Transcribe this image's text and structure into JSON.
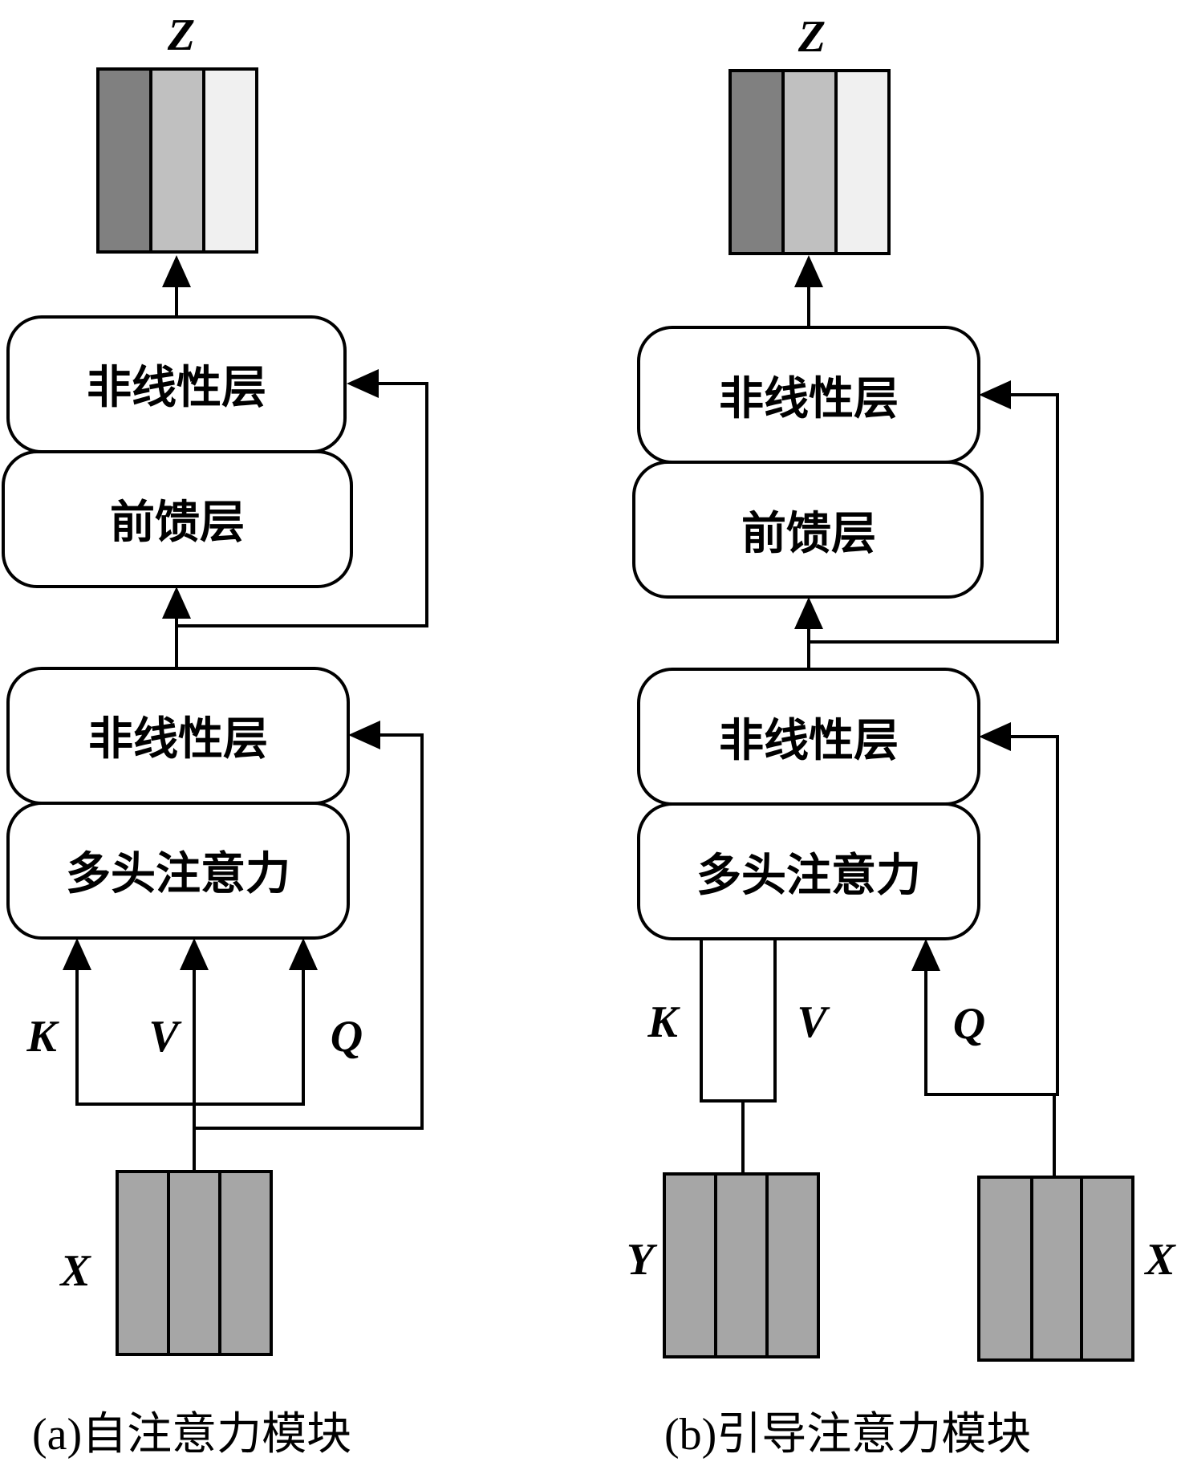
{
  "panel_a": {
    "output_label": "Z",
    "top_nonlinear": "非线性层",
    "feedforward": "前馈层",
    "bottom_nonlinear": "非线性层",
    "multihead_attention": "多头注意力",
    "key_label": "K",
    "value_label": "V",
    "query_label": "Q",
    "input_label": "X",
    "caption": "(a)自注意力模块"
  },
  "panel_b": {
    "output_label": "Z",
    "top_nonlinear": "非线性层",
    "feedforward": "前馈层",
    "bottom_nonlinear": "非线性层",
    "multihead_attention": "多头注意力",
    "key_label": "K",
    "value_label": "V",
    "query_label": "Q",
    "input_y_label": "Y",
    "input_x_label": "X",
    "caption": "(b)引导注意力模块"
  },
  "colors": {
    "output_cell_1": "#808080",
    "output_cell_2": "#c0c0c0",
    "output_cell_3": "#f0f0f0",
    "input_cell": "#a6a6a6"
  }
}
